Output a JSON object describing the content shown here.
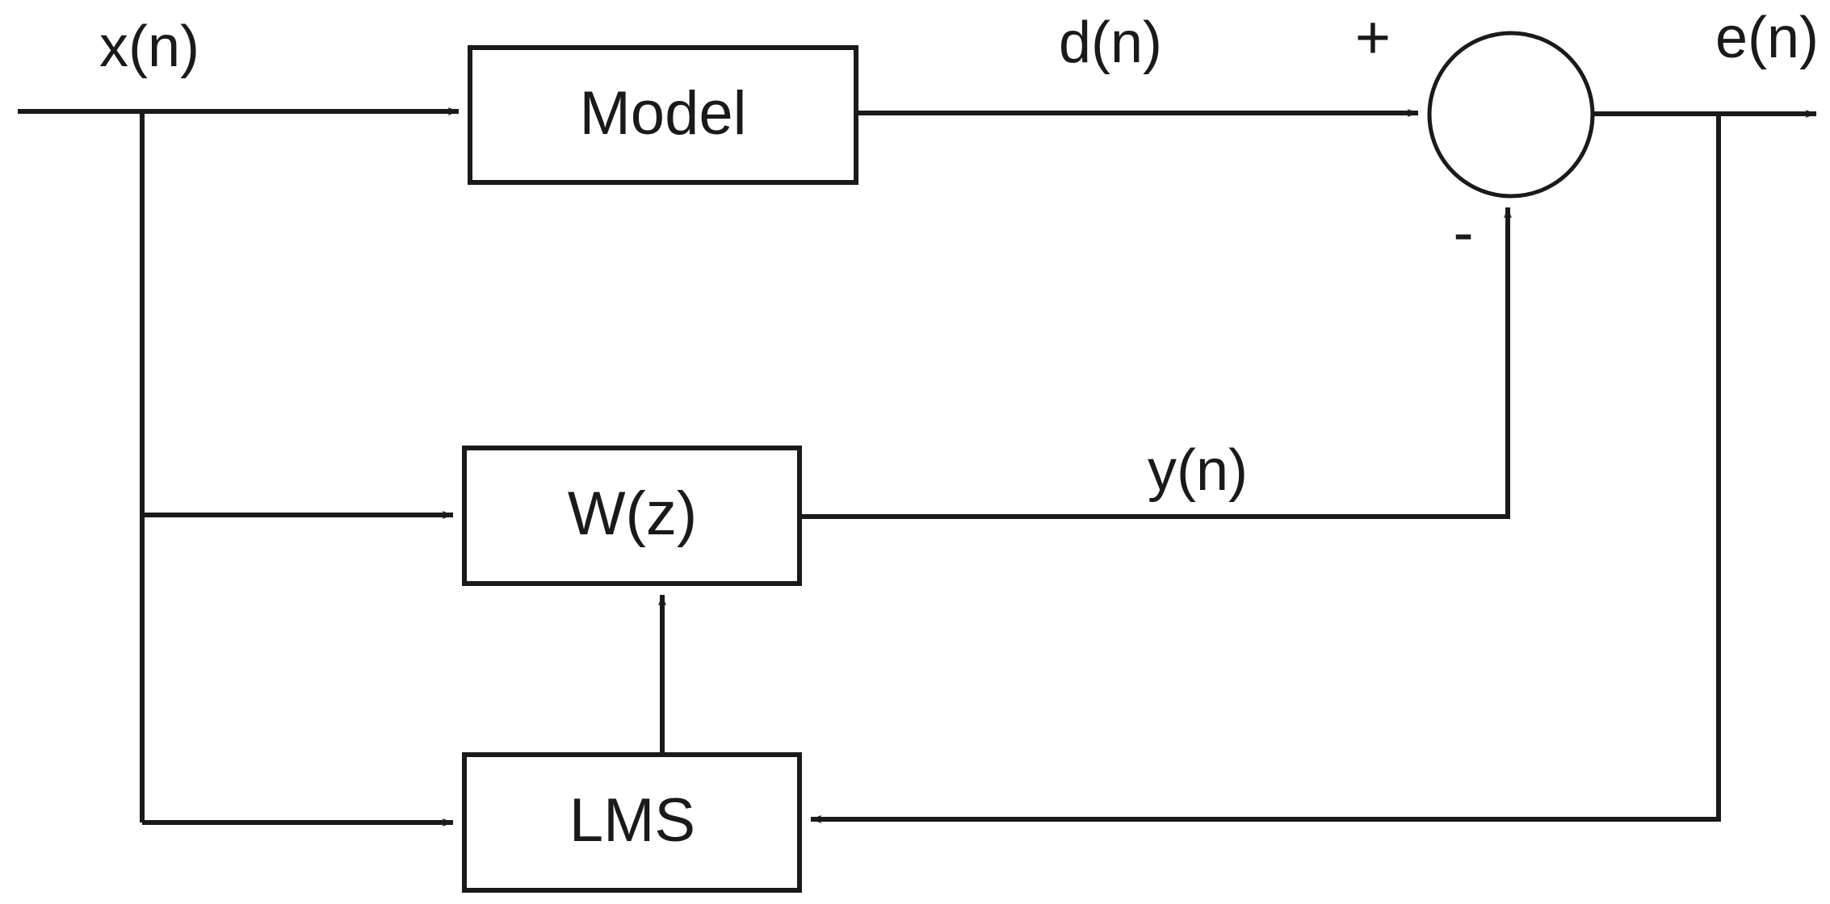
{
  "diagram": {
    "type": "block-diagram",
    "title": "Adaptive filter system identification block diagram",
    "background_color": "#ffffff",
    "line_color": "#1a1a1a",
    "text_color": "#1a1a1a",
    "blocks": [
      {
        "id": "model",
        "label": "Model"
      },
      {
        "id": "wz",
        "label": "W(z)"
      },
      {
        "id": "lms",
        "label": "LMS"
      }
    ],
    "summing_junction": {
      "label": "",
      "plus_sign": "+",
      "minus_sign": "-"
    },
    "signals": [
      {
        "id": "x",
        "label": "x(n)"
      },
      {
        "id": "d",
        "label": "d(n)"
      },
      {
        "id": "y",
        "label": "y(n)"
      },
      {
        "id": "e",
        "label": "e(n)"
      }
    ]
  }
}
